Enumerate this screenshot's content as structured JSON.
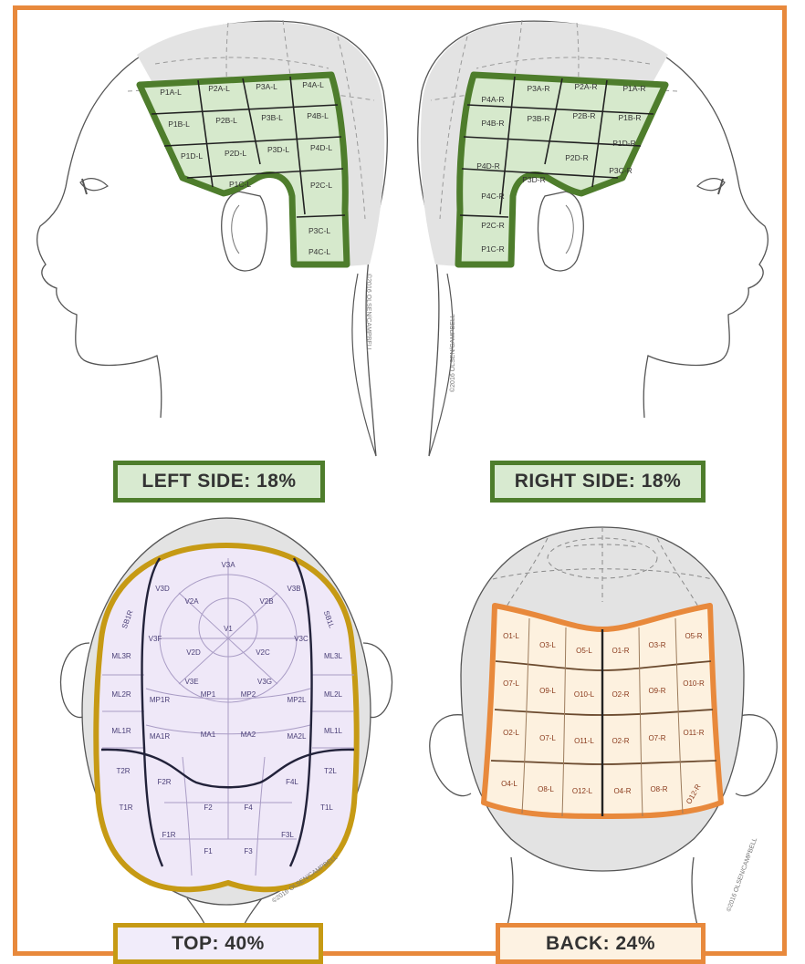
{
  "captions": {
    "left": "LEFT SIDE: 18%",
    "right": "RIGHT SIDE: 18%",
    "top": "TOP: 40%",
    "back": "BACK: 24%"
  },
  "copyright": "©2016 OLSEN/CAMPBELL",
  "left_zones": [
    "P1A-L",
    "P2A-L",
    "P3A-L",
    "P4A-L",
    "P1B-L",
    "P2B-L",
    "P3B-L",
    "P4B-L",
    "P1D-L",
    "P2D-L",
    "P3D-L",
    "P4D-L",
    "P1C-L",
    "P2C-L",
    "P3C-L",
    "P4C-L"
  ],
  "right_zones": [
    "P4A-R",
    "P3A-R",
    "P2A-R",
    "P1A-R",
    "P4B-R",
    "P3B-R",
    "P2B-R",
    "P1B-R",
    "P4D-R",
    "P3D-R",
    "P2D-R",
    "P1D-R",
    "P4C-R",
    "P3C-R",
    "P2C-R",
    "P1C-R"
  ],
  "top_zones": [
    "V3A",
    "V3D",
    "V2A",
    "V2B",
    "V3B",
    "V1",
    "V3F",
    "V2D",
    "V2C",
    "V3C",
    "V3E",
    "V3G",
    "MP1R",
    "MP1",
    "MP2",
    "MP2L",
    "MA1R",
    "MA1",
    "MA2",
    "MA2L",
    "F2R",
    "F2",
    "F4",
    "F4L",
    "F1R",
    "F1",
    "F3",
    "F3L",
    "ML3R",
    "ML2R",
    "ML1R",
    "ML3L",
    "ML2L",
    "ML1L",
    "T2R",
    "T1R",
    "T2L",
    "T1L",
    "SB1R",
    "SB1L"
  ],
  "back_zones": [
    "O1-L",
    "O3-L",
    "O5-L",
    "O1-R",
    "O3-R",
    "O5-R",
    "O7-L",
    "O9-L",
    "O10-L",
    "O2-R",
    "O9-R",
    "O10-R",
    "O2-L",
    "O7-L",
    "O11-L",
    "O2-R",
    "O7-R",
    "O11-R",
    "O4-L",
    "O8-L",
    "O12-L",
    "O4-R",
    "O8-R",
    "O12-R"
  ],
  "colors": {
    "frame": "#e8893c",
    "green_border": "#4e7d2c",
    "green_fill": "#d6e9cc",
    "purple_fill": "#efe8f8",
    "gold_border": "#c69a14",
    "orange_border": "#e8893c",
    "orange_fill": "#fdf1df",
    "scalp_gray": "#e3e3e3"
  }
}
